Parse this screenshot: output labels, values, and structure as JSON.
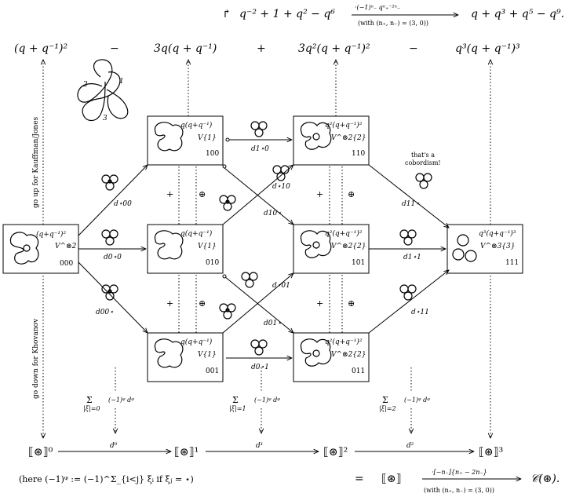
{
  "top_line": {
    "arrow_glyph": "↱",
    "lhs": "q⁻² + 1 + q² − q⁶",
    "map_top": "·(−1)ⁿ₋ qⁿ₊⁻²ⁿ₋",
    "map_bottom": "(with (n₊, n₋) = (3, 0))",
    "rhs": "q + q³ + q⁵ − q⁹."
  },
  "euler_row": {
    "terms": [
      "(q + q⁻¹)²",
      "3q(q + q⁻¹)",
      "3q²(q + q⁻¹)²",
      "q³(q + q⁻¹)³"
    ],
    "signs": [
      "−",
      "+",
      "−"
    ]
  },
  "side_labels": {
    "up": "go up for Kauffman/Jones",
    "down": "go down for Khovanov"
  },
  "trefoil_crossings": [
    "1",
    "2",
    "3"
  ],
  "vertices": [
    {
      "id": "v000",
      "poly": "(q+q⁻¹)²",
      "space": "V^⊗2",
      "code": "000"
    },
    {
      "id": "v100",
      "poly": "q(q+q⁻¹)",
      "space": "V{1}",
      "code": "100"
    },
    {
      "id": "v010",
      "poly": "q(q+q⁻¹)",
      "space": "V{1}",
      "code": "010"
    },
    {
      "id": "v001",
      "poly": "q(q+q⁻¹)",
      "space": "V{1}",
      "code": "001"
    },
    {
      "id": "v110",
      "poly": "q²(q+q⁻¹)²",
      "space": "V^⊗2{2}",
      "code": "110"
    },
    {
      "id": "v101",
      "poly": "q²(q+q⁻¹)²",
      "space": "V^⊗2{2}",
      "code": "101"
    },
    {
      "id": "v011",
      "poly": "q²(q+q⁻¹)²",
      "space": "V^⊗2{2}",
      "code": "011"
    },
    {
      "id": "v111",
      "poly": "q³(q+q⁻¹)³",
      "space": "V^⊗3{3}",
      "code": "111"
    }
  ],
  "edge_labels": {
    "d_s00": "d⋆00",
    "d_0s0": "d0⋆0",
    "d_00s": "d00⋆",
    "d_1s0": "d1⋆0",
    "d_s10": "d⋆10",
    "d_10s": "d10⋆",
    "d_1s1": "d1⋆1",
    "d_s01": "d⋆01",
    "d_01s": "d01⋆",
    "d_0s1": "d0⋆1",
    "d_11s": "d11⋆",
    "d_s11": "d⋆11"
  },
  "annotation": {
    "line1": "that's a",
    "line2": "cobordism!"
  },
  "direct_sum_signs": {
    "plus": "+",
    "oplus": "⊕"
  },
  "sum_labels": [
    {
      "sub": "|ξ|=0",
      "body": "(−1)ᵠ dᵠ"
    },
    {
      "sub": "|ξ|=1",
      "body": "(−1)ᵠ dᵠ"
    },
    {
      "sub": "|ξ|=2",
      "body": "(−1)ᵠ dᵠ"
    }
  ],
  "complex": {
    "terms": [
      "⟦⊛⟧⁰",
      "⟦⊛⟧¹",
      "⟦⊛⟧²",
      "⟦⊛⟧³"
    ],
    "differentials": [
      "d⁰",
      "d¹",
      "d²"
    ]
  },
  "bottom_line": {
    "left": "(here (−1)ᵠ := (−1)^Σ_{i<j} ξᵢ if ξⱼ = ⋆)",
    "eq": "=",
    "bracket": "⟦⊛⟧",
    "map_top": "·[−n₋]{n₊ − 2n₋}",
    "map_bottom": "(with (n₊, n₋) = (3, 0))",
    "result": "𝒞(⊛)."
  },
  "colors": {
    "ink": "#000000",
    "background": "#ffffff"
  }
}
